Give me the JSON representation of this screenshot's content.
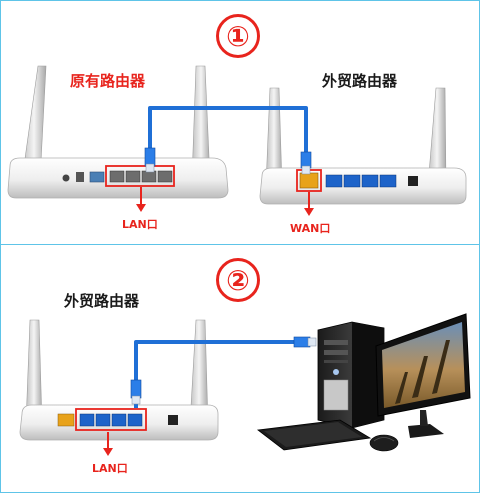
{
  "section1": {
    "badge": "①",
    "router_left_title": "原有路由器",
    "router_right_title": "外贸路由器",
    "lan_label": "LAN口",
    "wan_label": "WAN口"
  },
  "section2": {
    "badge": "②",
    "router_title": "外贸路由器",
    "lan_label": "LAN口"
  },
  "colors": {
    "accent_red": "#e8241d",
    "cable_blue": "#1f6fd6",
    "divider_cyan": "#5ec4e8",
    "router_white": "#f2f2f2",
    "port_blue": "#1d63c9",
    "wan_port_yellow": "#e8a21a"
  }
}
